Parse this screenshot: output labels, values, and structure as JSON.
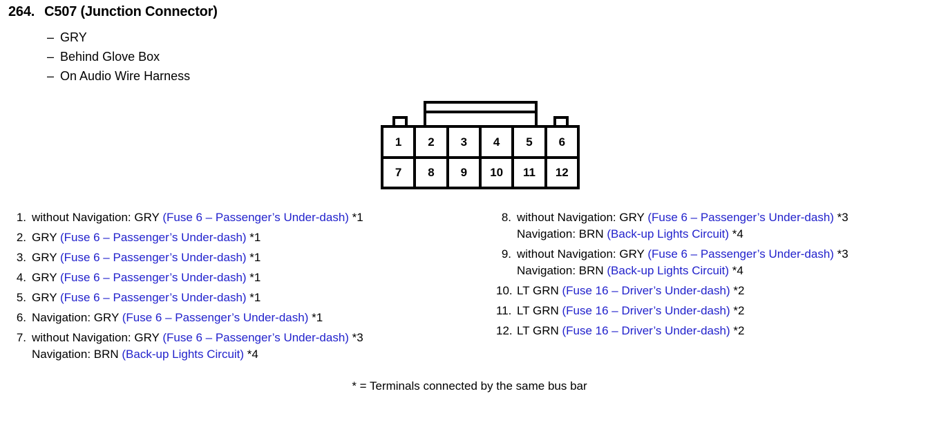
{
  "header": {
    "number": "264.",
    "title": "C507 (Junction Connector)",
    "dash": "–",
    "attributes": [
      "GRY",
      "Behind Glove Box",
      "On Audio Wire Harness"
    ]
  },
  "connector": {
    "pins_top": [
      "1",
      "2",
      "3",
      "4",
      "5",
      "6"
    ],
    "pins_bottom": [
      "7",
      "8",
      "9",
      "10",
      "11",
      "12"
    ]
  },
  "pin_list_left": [
    {
      "number": "1.",
      "lines": [
        {
          "pre": "without Navigation: GRY ",
          "circuit": "(Fuse 6 – Passenger’s Under-dash)",
          "post": " *1"
        }
      ]
    },
    {
      "number": "2.",
      "lines": [
        {
          "pre": "GRY ",
          "circuit": "(Fuse 6 – Passenger’s Under-dash)",
          "post": " *1"
        }
      ]
    },
    {
      "number": "3.",
      "lines": [
        {
          "pre": "GRY ",
          "circuit": "(Fuse 6 – Passenger’s Under-dash)",
          "post": " *1"
        }
      ]
    },
    {
      "number": "4.",
      "lines": [
        {
          "pre": "GRY ",
          "circuit": "(Fuse 6 – Passenger’s Under-dash)",
          "post": " *1"
        }
      ]
    },
    {
      "number": "5.",
      "lines": [
        {
          "pre": "GRY ",
          "circuit": "(Fuse 6 – Passenger’s Under-dash)",
          "post": " *1"
        }
      ]
    },
    {
      "number": "6.",
      "lines": [
        {
          "pre": "Navigation: GRY ",
          "circuit": "(Fuse 6 – Passenger’s Under-dash)",
          "post": " *1"
        }
      ]
    },
    {
      "number": "7.",
      "lines": [
        {
          "pre": "without Navigation: GRY ",
          "circuit": "(Fuse 6 – Passenger’s Under-dash)",
          "post": " *3"
        },
        {
          "pre": "Navigation: BRN ",
          "circuit": "(Back-up Lights Circuit)",
          "post": " *4"
        }
      ]
    }
  ],
  "pin_list_right": [
    {
      "number": "8.",
      "lines": [
        {
          "pre": "without Navigation: GRY ",
          "circuit": "(Fuse 6 – Passenger’s Under-dash)",
          "post": " *3"
        },
        {
          "pre": "Navigation: BRN ",
          "circuit": "(Back-up Lights Circuit)",
          "post": " *4"
        }
      ]
    },
    {
      "number": "9.",
      "lines": [
        {
          "pre": "without Navigation: GRY ",
          "circuit": "(Fuse 6 – Passenger’s Under-dash)",
          "post": " *3"
        },
        {
          "pre": "Navigation: BRN ",
          "circuit": "(Back-up Lights Circuit)",
          "post": " *4"
        }
      ]
    },
    {
      "number": "10.",
      "lines": [
        {
          "pre": "LT GRN ",
          "circuit": "(Fuse 16 – Driver’s Under-dash)",
          "post": " *2"
        }
      ]
    },
    {
      "number": "11.",
      "lines": [
        {
          "pre": "LT GRN ",
          "circuit": "(Fuse 16 – Driver’s Under-dash)",
          "post": " *2"
        }
      ]
    },
    {
      "number": "12.",
      "lines": [
        {
          "pre": "LT GRN ",
          "circuit": "(Fuse 16 – Driver’s Under-dash)",
          "post": " *2"
        }
      ]
    }
  ],
  "footnote": "* = Terminals connected by the same bus bar",
  "colors": {
    "circuit_blue": "#2222cc",
    "text_black": "#000000",
    "background": "#ffffff"
  }
}
